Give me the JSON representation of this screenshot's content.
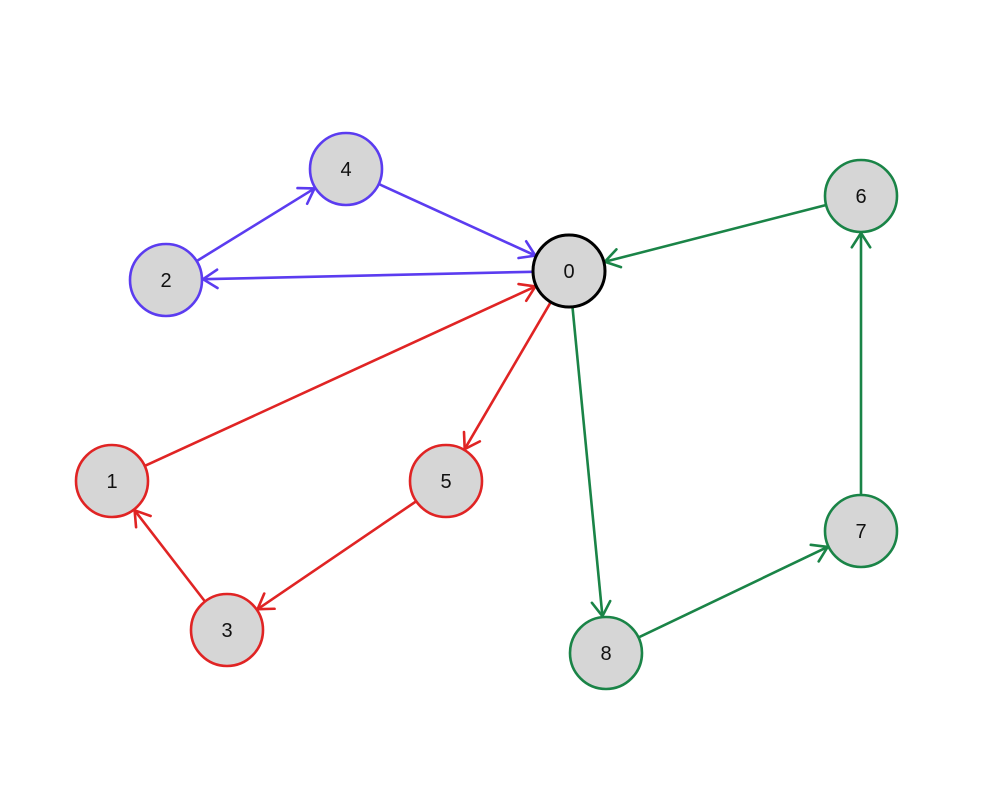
{
  "colors": {
    "node_fill": "#d6d6d6",
    "center_stroke": "#000000",
    "purple": "#5b3cf0",
    "red": "#e02424",
    "green": "#1a8447"
  },
  "nodes": [
    {
      "id": "0",
      "label": "0",
      "group": "center"
    },
    {
      "id": "1",
      "label": "1",
      "group": "red"
    },
    {
      "id": "2",
      "label": "2",
      "group": "purple"
    },
    {
      "id": "3",
      "label": "3",
      "group": "red"
    },
    {
      "id": "4",
      "label": "4",
      "group": "purple"
    },
    {
      "id": "5",
      "label": "5",
      "group": "red"
    },
    {
      "id": "6",
      "label": "6",
      "group": "green"
    },
    {
      "id": "7",
      "label": "7",
      "group": "green"
    },
    {
      "id": "8",
      "label": "8",
      "group": "green"
    }
  ],
  "edges": [
    {
      "from": "0",
      "to": "2",
      "group": "purple"
    },
    {
      "from": "2",
      "to": "4",
      "group": "purple"
    },
    {
      "from": "4",
      "to": "0",
      "group": "purple"
    },
    {
      "from": "0",
      "to": "5",
      "group": "red"
    },
    {
      "from": "5",
      "to": "3",
      "group": "red"
    },
    {
      "from": "3",
      "to": "1",
      "group": "red"
    },
    {
      "from": "1",
      "to": "0",
      "group": "red"
    },
    {
      "from": "0",
      "to": "8",
      "group": "green"
    },
    {
      "from": "8",
      "to": "7",
      "group": "green"
    },
    {
      "from": "7",
      "to": "6",
      "group": "green"
    },
    {
      "from": "6",
      "to": "0",
      "group": "green"
    }
  ]
}
